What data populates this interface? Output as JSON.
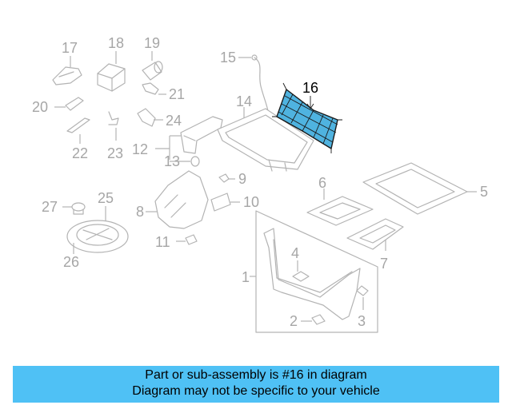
{
  "labels": {
    "p1": "1",
    "p2": "2",
    "p3": "3",
    "p4": "4",
    "p5": "5",
    "p6": "6",
    "p7": "7",
    "p8": "8",
    "p9": "9",
    "p10": "10",
    "p11": "11",
    "p12": "12",
    "p13": "13",
    "p14": "14",
    "p15": "15",
    "p16": "16",
    "p17": "17",
    "p18": "18",
    "p19": "19",
    "p20": "20",
    "p21": "21",
    "p22": "22",
    "p23": "23",
    "p24": "24",
    "p25": "25",
    "p26": "26",
    "p27": "27"
  },
  "highlight_color": "#4fb3e0",
  "banner": {
    "line1": "Part or sub-assembly is #16 in diagram",
    "line2": "Diagram may not be specific to your vehicle",
    "color": "#4fc1f5"
  }
}
